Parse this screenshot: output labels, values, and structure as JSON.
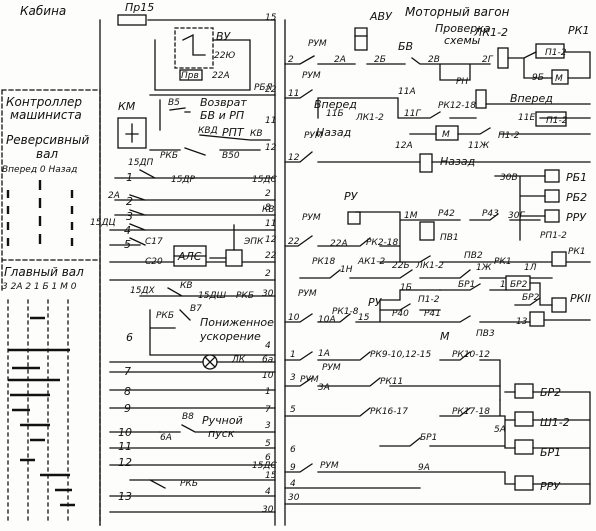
{
  "headers": {
    "cab": "Кабина",
    "avu": "АВУ",
    "motor": "Моторный вагон",
    "check1": "Проверка",
    "check2": "схемы"
  },
  "controller": {
    "l1": "Контроллер",
    "l2": "машиниста",
    "rev1": "Реверсивный",
    "rev2": "вал",
    "positions": "Вперед 0 Назад",
    "main": "Главный вал",
    "scale": "3 2А 2 1 Б 1 М 0"
  },
  "labels": {
    "pr15": "Пр15",
    "vu": "ВУ",
    "22yu": "22Ю",
    "prv": "Прв",
    "22a_top": "22А",
    "rbl": "РБЛ",
    "km": "КМ",
    "v5": "В5",
    "vozvrat1": "Возврат",
    "vozvrat2": "БВ и РП",
    "kvd": "КВД",
    "rpt": "РПТ",
    "kv_1": "КВ",
    "rkb_1": "РКБ",
    "v50": "В50",
    "15dp": "15ДП",
    "15dr": "15ДР",
    "15ds_1": "15ДС",
    "2a_l": "2А",
    "15dc": "15ДЦ",
    "kv_2": "КВ",
    "c17": "С17",
    "c20": "С20",
    "als": "АЛС",
    "epk": "ЭПК",
    "15dh": "15ДХ",
    "kv_3": "КВ",
    "15dsh": "15ДШ",
    "rkb_2": "РКБ",
    "rkb_3": "РКБ",
    "v7": "В7",
    "pon1": "Пониженное",
    "pon2": "ускорение",
    "lk": "ЛК",
    "v8": "В8",
    "6a": "6А",
    "ruch1": "Ручной",
    "ruch2": "пуск",
    "15ds_2": "15ДС",
    "rkb_4": "РКБ",
    "rum1": "РУМ",
    "rum2": "РУМ",
    "rum3": "РУМ",
    "rum4": "РУМ",
    "rum5": "РУМ",
    "rum6": "РУМ",
    "rum7": "РУМ",
    "rum8": "РУМ",
    "2a_r": "2А",
    "2b": "2Б",
    "bv": "БВ",
    "2v": "2В",
    "2g": "2Г",
    "rn": "РН",
    "lk12": "ЛК1-2",
    "rk1": "РК1",
    "p12_1": "П1-2",
    "9b": "9Б",
    "m_1": "М",
    "11a": "11А",
    "11b": "11Б",
    "vpered_c": "Вперед",
    "lk12_2": "ЛК1-2",
    "11g": "11Г",
    "rk1218": "РК12-18",
    "vpered_r": "Вперед",
    "11e": "11Е",
    "p12_2": "П1-2",
    "m_2": "М",
    "11zh": "11Ж",
    "p12_3": "П1-2",
    "nazad_c": "Назад",
    "12a": "12А",
    "nazad_r": "Назад",
    "30v": "30В",
    "rb1": "РБ1",
    "rb2": "РБ2",
    "rru_1": "РРУ",
    "ru_1": "РУ",
    "22a": "22А",
    "rk218": "РК2-18",
    "1m": "1М",
    "p42": "Р42",
    "p43": "Р43",
    "30g": "30Г",
    "pv1": "ПВ1",
    "rp12": "РП1-2",
    "rk1_r": "РК1",
    "rk18": "РК18",
    "1n": "1Н",
    "ak12": "АК1-2",
    "22b": "22Б",
    "lk12_3": "ЛК1-2",
    "pv2": "ПВ2",
    "1zh": "1Ж",
    "rk1_2": "РК1",
    "1l": "1Л",
    "1d": "1Д",
    "br1_1": "БР1",
    "br2_1": "БР2",
    "br2_2": "БР2",
    "rk2": "РКII",
    "rk18_2": "РК1-8",
    "10a": "10А",
    "ru_2": "РУ",
    "15": "15",
    "1b": "1Б",
    "p12_4": "П1-2",
    "p40": "Р40",
    "p41": "Р41",
    "m_3": "М",
    "pv3": "ПВ3",
    "13": "13",
    "1a": "1А",
    "rk910": "РК9-10,12-15",
    "rk1012": "РК10-12",
    "3a": "3А",
    "rk11": "РК11",
    "rk1617": "РК16-17",
    "rk1718": "РК17-18",
    "5a": "5А",
    "br1_2": "БР1",
    "9a": "9А",
    "br2_3": "БР2",
    "sh12": "Ш1-2",
    "br1_3": "БР1",
    "rru_2": "РРУ"
  },
  "wires": {
    "w15": "15",
    "w22_1": "22",
    "w11_1": "11",
    "w12_1": "12",
    "w2_l": "2",
    "w8": "8",
    "w11_2": "11",
    "w12_2": "12",
    "w22_2": "22",
    "w2_m": "2",
    "w30": "30",
    "w4": "4",
    "w6a": "6а",
    "w10": "10",
    "w1_l": "1",
    "w7": "7",
    "w3": "3",
    "w5": "5",
    "w6": "6",
    "w15_b": "15",
    "w4_b": "4",
    "w30_b": "30",
    "r2": "2",
    "r11": "11",
    "r12": "12",
    "r22": "22",
    "r10": "10",
    "r1": "1",
    "r3": "3",
    "r5": "5",
    "r6": "6",
    "r9": "9",
    "r4": "4",
    "r30": "30"
  },
  "rows": [
    "1",
    "2",
    "3",
    "4",
    "5",
    "6",
    "7",
    "8",
    "9",
    "10",
    "11",
    "12",
    "13"
  ]
}
